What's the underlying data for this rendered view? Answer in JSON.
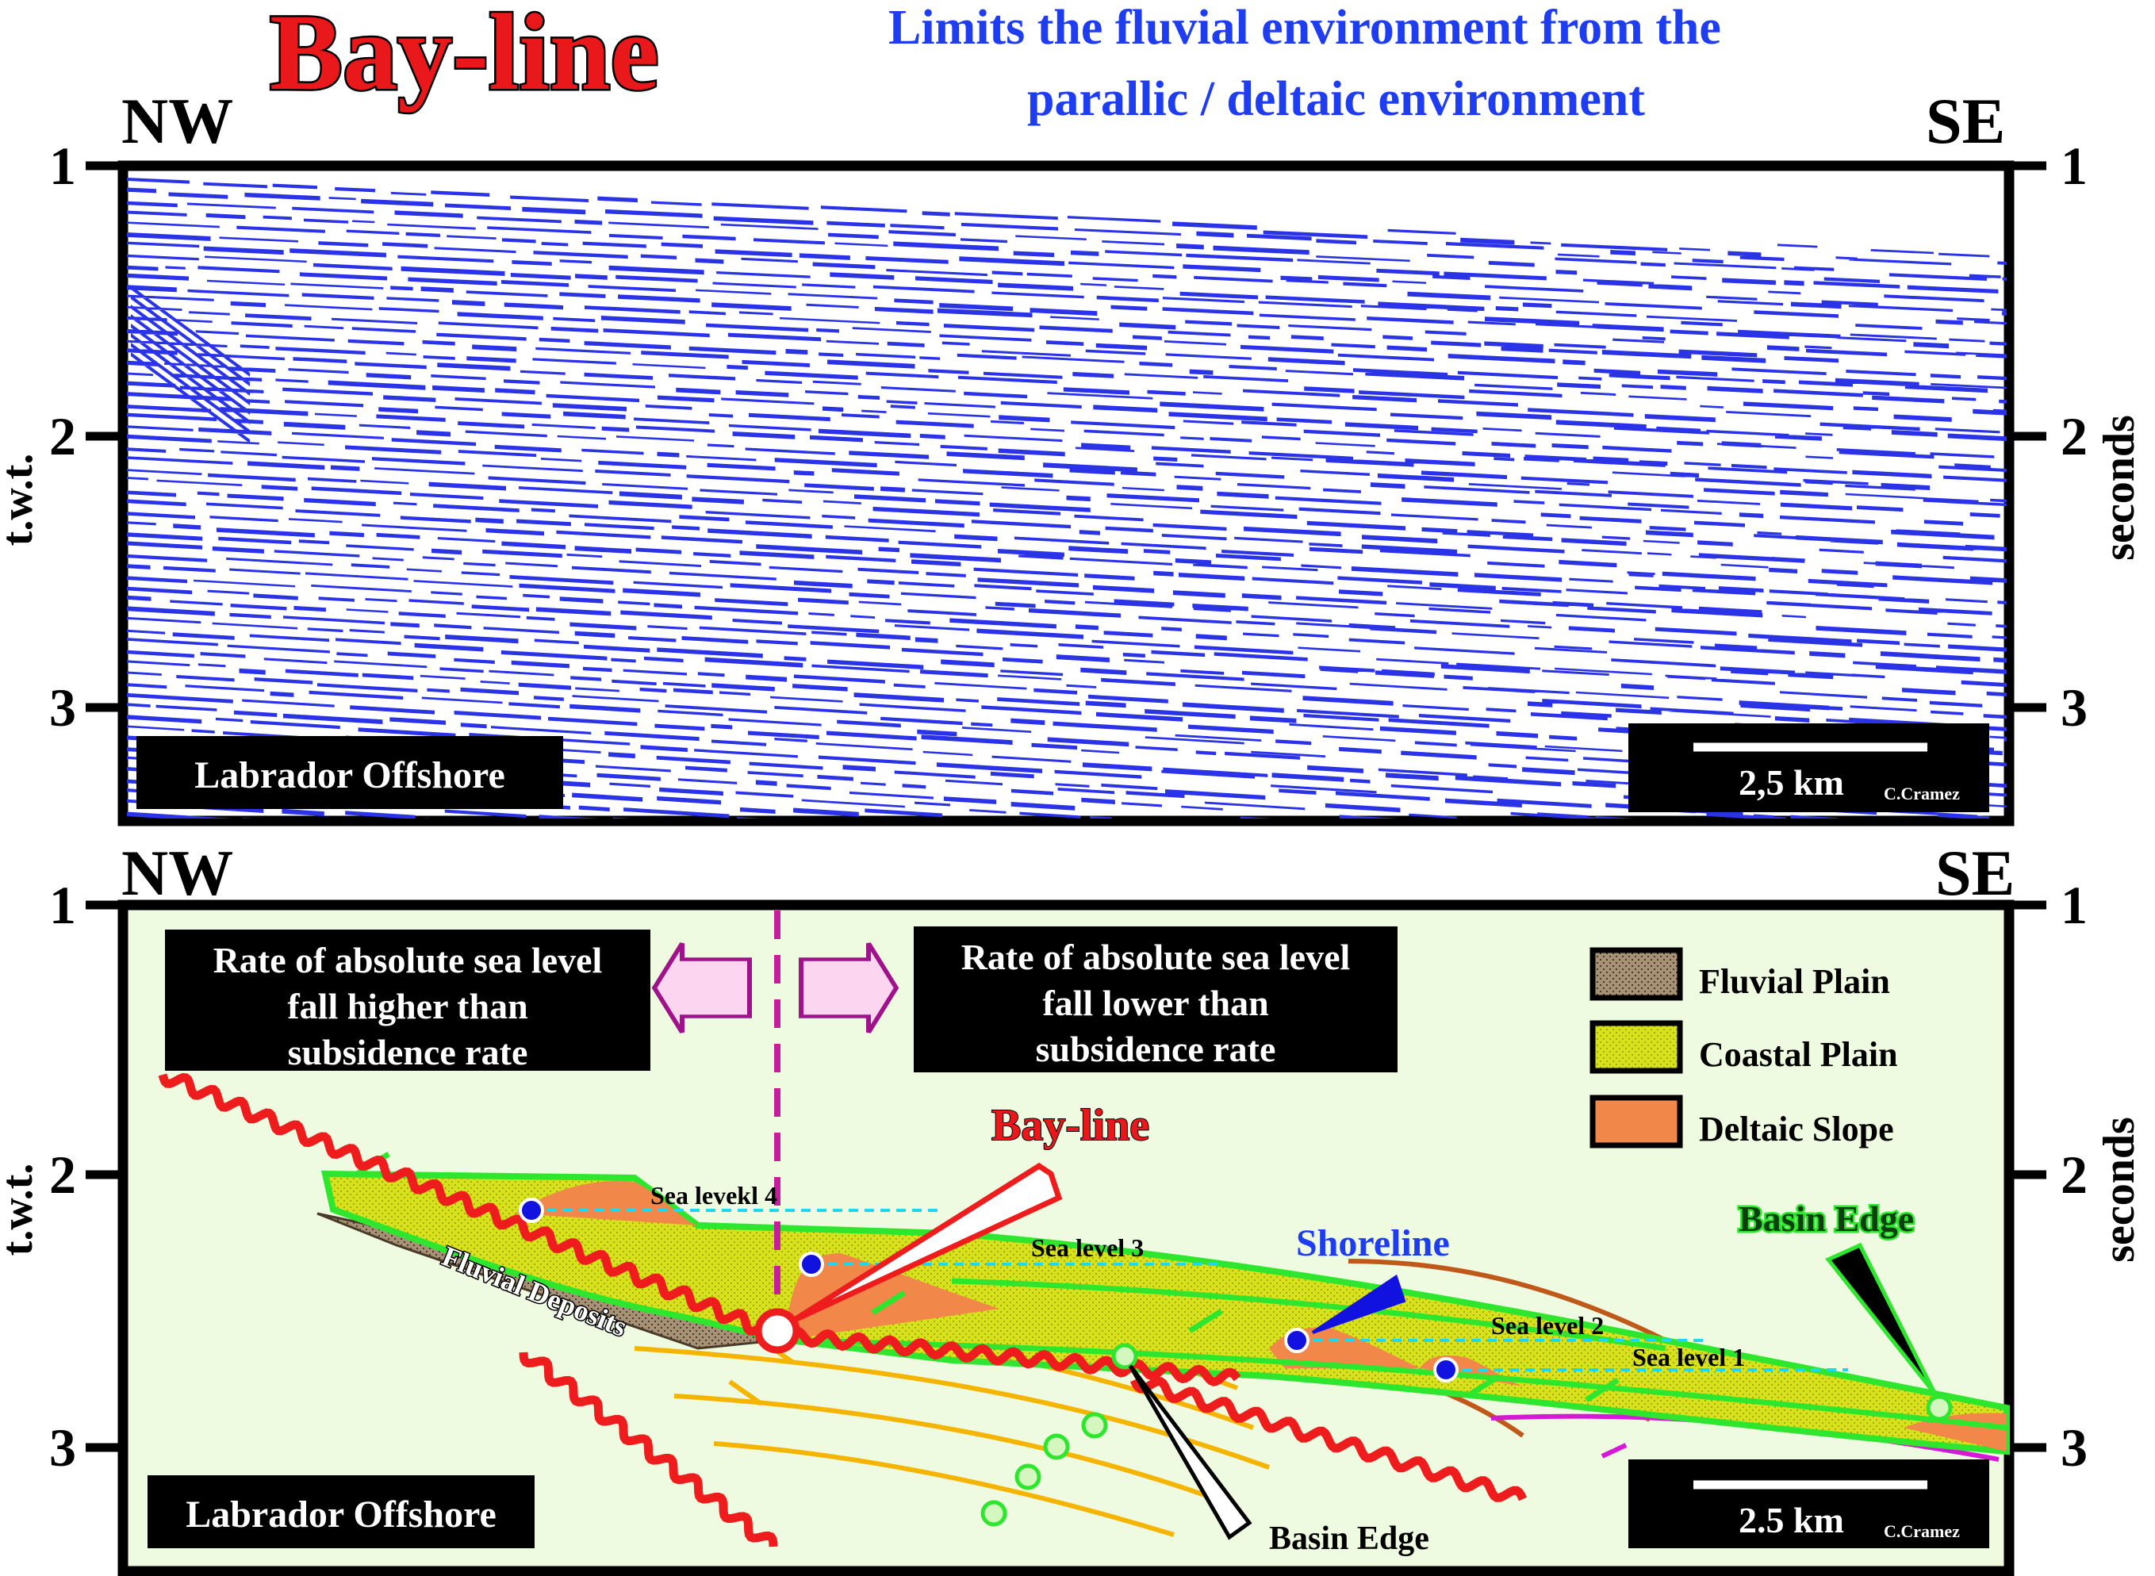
{
  "header": {
    "title": "Bay-line",
    "subtitle_line1": "Limits the fluvial environment from the",
    "subtitle_line2": "parallic / deltaic environment"
  },
  "seismic_panel": {
    "left_direction": "NW",
    "right_direction": "SE",
    "left_axis_label": "t.w.t.",
    "right_axis_label": "seconds",
    "ticks": [
      "1",
      "2",
      "3"
    ],
    "location_label": "Labrador Offshore",
    "scale_label": "2,5 km",
    "credit": "C.Cramez",
    "reflector_color": "#2b33e6"
  },
  "interpretation_panel": {
    "left_direction": "NW",
    "right_direction": "SE",
    "left_axis_label": "t.w.t.",
    "right_axis_label": "seconds",
    "ticks": [
      "1",
      "2",
      "3"
    ],
    "location_label": "Labrador Offshore",
    "scale_label": "2.5 km",
    "credit": "C.Cramez",
    "background_color": "#eefbe0",
    "left_box": [
      "Rate of absolute sea level",
      "fall higher than",
      "subsidence rate"
    ],
    "right_box": [
      "Rate of absolute sea level",
      "fall lower than",
      "subsidence rate"
    ],
    "legend": [
      {
        "label": "Fluvial Plain",
        "color": "#a89277"
      },
      {
        "label": "Coastal Plain",
        "color": "#d8e21a"
      },
      {
        "label": "Deltaic Slope",
        "color": "#f2874a"
      }
    ],
    "labels": {
      "bayline": "Bay-line",
      "shoreline": "Shoreline",
      "basin_edge_top": "Basin Edge",
      "basin_edge_bottom": "Basin Edge",
      "fluvial_deposits": "Fluvial Deposits",
      "sea_level_4": "Sea levekl 4",
      "sea_level_3": "Sea level 3",
      "sea_level_2": "Sea level 2",
      "sea_level_1": "Sea level 1"
    }
  }
}
